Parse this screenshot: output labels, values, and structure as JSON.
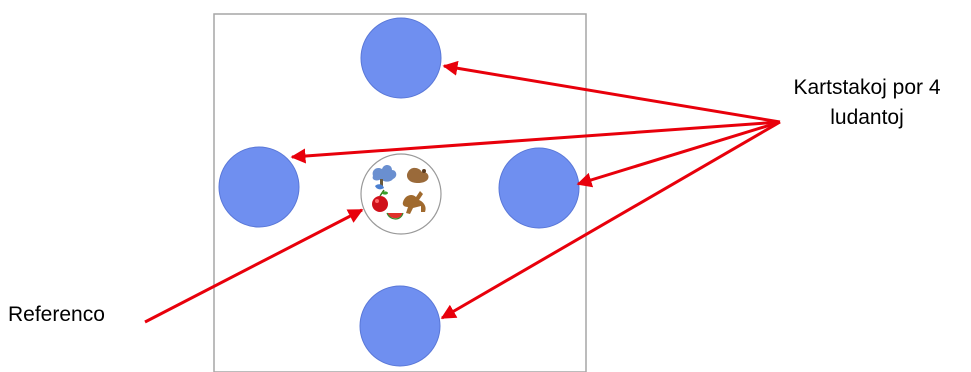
{
  "labels": {
    "stacks_line1": "Kartstakoj por 4",
    "stacks_line2": "ludantoj",
    "reference": "Referenco"
  },
  "colors": {
    "card_stack": "#6f8ff0",
    "arrow": "#e8000b",
    "board_border": "#a6a6a6"
  },
  "icons": [
    "tree-icon",
    "dog-icon",
    "apple-icon",
    "horse-icon",
    "watermelon-icon",
    "spot-icon"
  ]
}
